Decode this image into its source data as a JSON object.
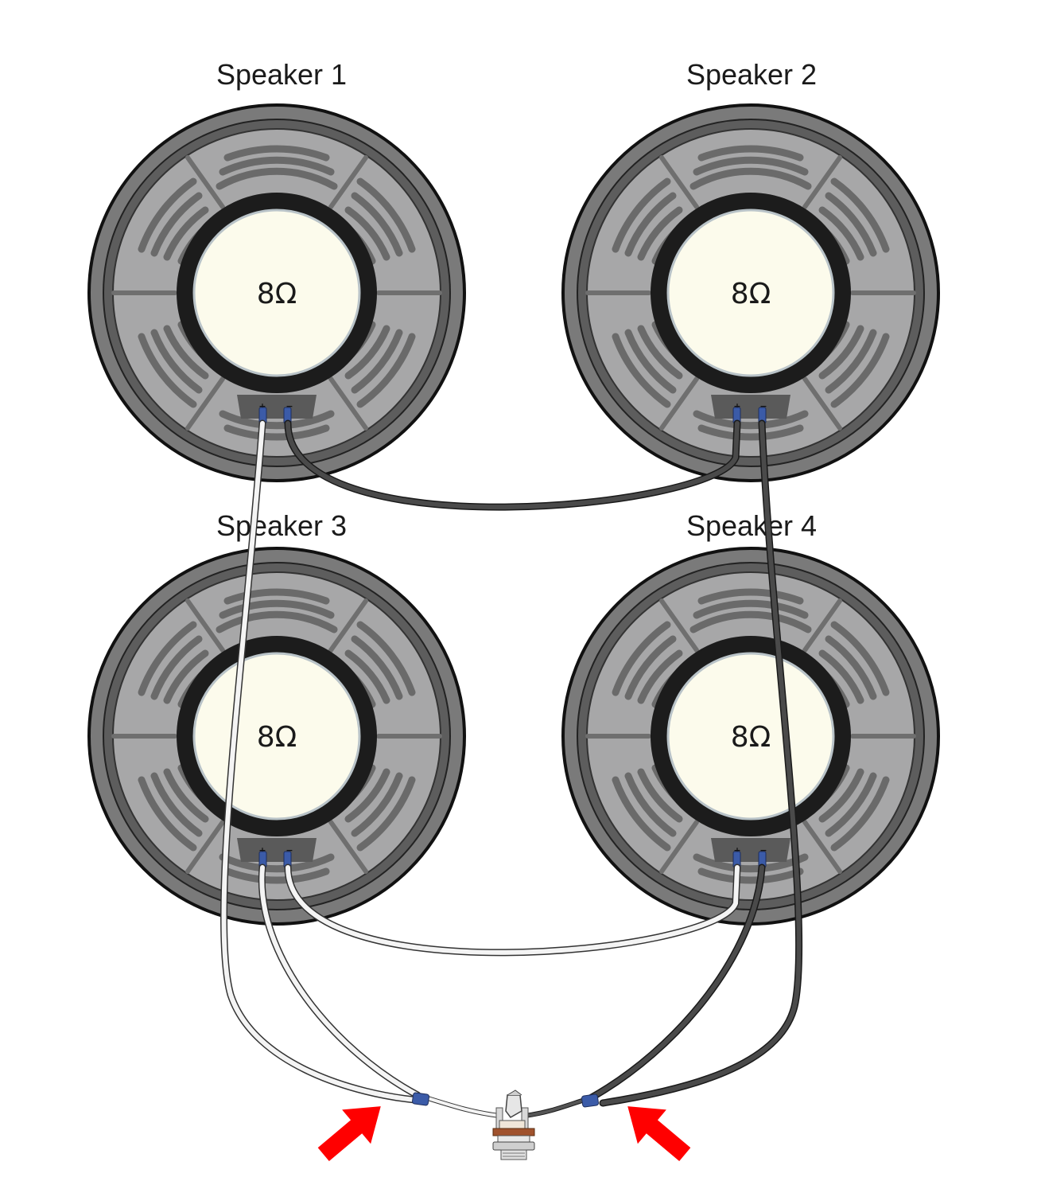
{
  "speakers": [
    {
      "label": "Speaker 1",
      "impedance": "8Ω"
    },
    {
      "label": "Speaker 2",
      "impedance": "8Ω"
    },
    {
      "label": "Speaker 3",
      "impedance": "8Ω"
    },
    {
      "label": "Speaker 4",
      "impedance": "8Ω"
    }
  ],
  "terminal_marks": {
    "positive": "+",
    "negative": "−"
  },
  "colors": {
    "white_wire": "#f4f4f4",
    "black_wire": "#4a4a4a",
    "arrow": "#ff0000",
    "connector": "#3b5ba8",
    "dust_cap": "#fcfbec"
  }
}
